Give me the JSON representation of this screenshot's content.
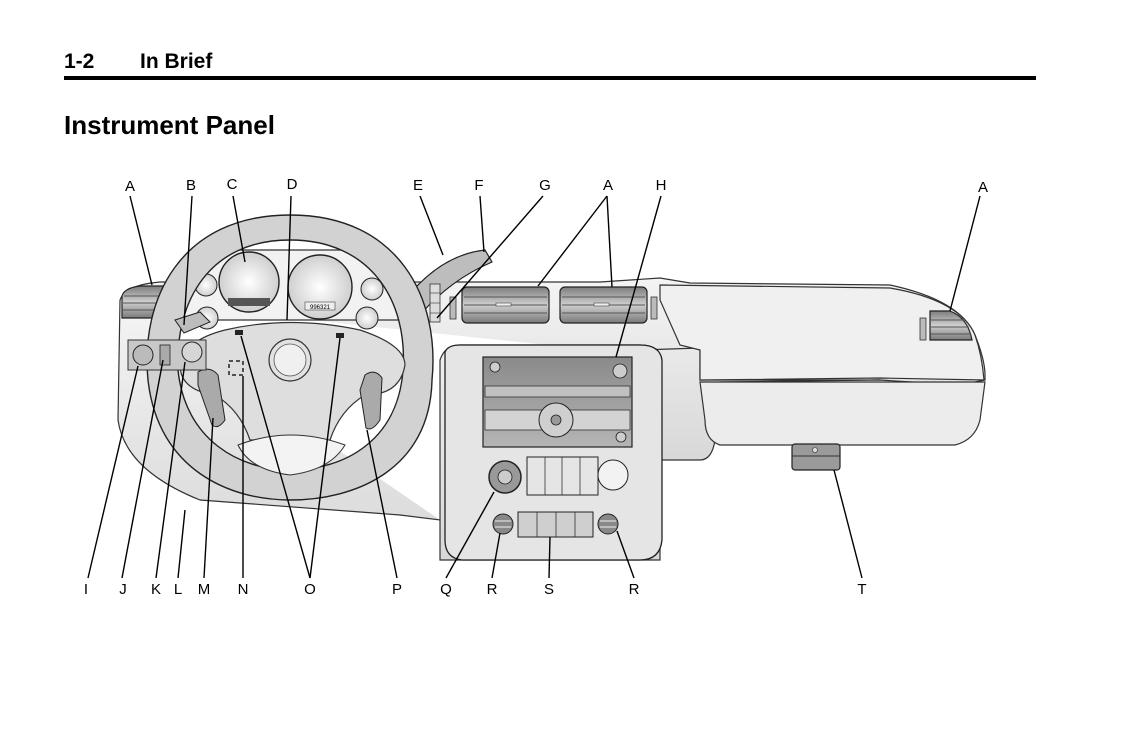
{
  "header": {
    "page_number": "1-2",
    "section": "In Brief"
  },
  "title": "Instrument Panel",
  "figure": {
    "callouts_top": [
      "A",
      "B",
      "C",
      "D",
      "E",
      "F",
      "G",
      "A",
      "H",
      "A"
    ],
    "callouts_bottom": [
      "I",
      "J",
      "K",
      "L",
      "M",
      "N",
      "O",
      "P",
      "Q",
      "R",
      "S",
      "R",
      "T"
    ],
    "odometer_text": "996321"
  },
  "colors": {
    "text": "#000000",
    "panel_fill": "#e9e9e9",
    "panel_shade": "#cfcfcf",
    "vent_fill": "#9a9a9a"
  }
}
